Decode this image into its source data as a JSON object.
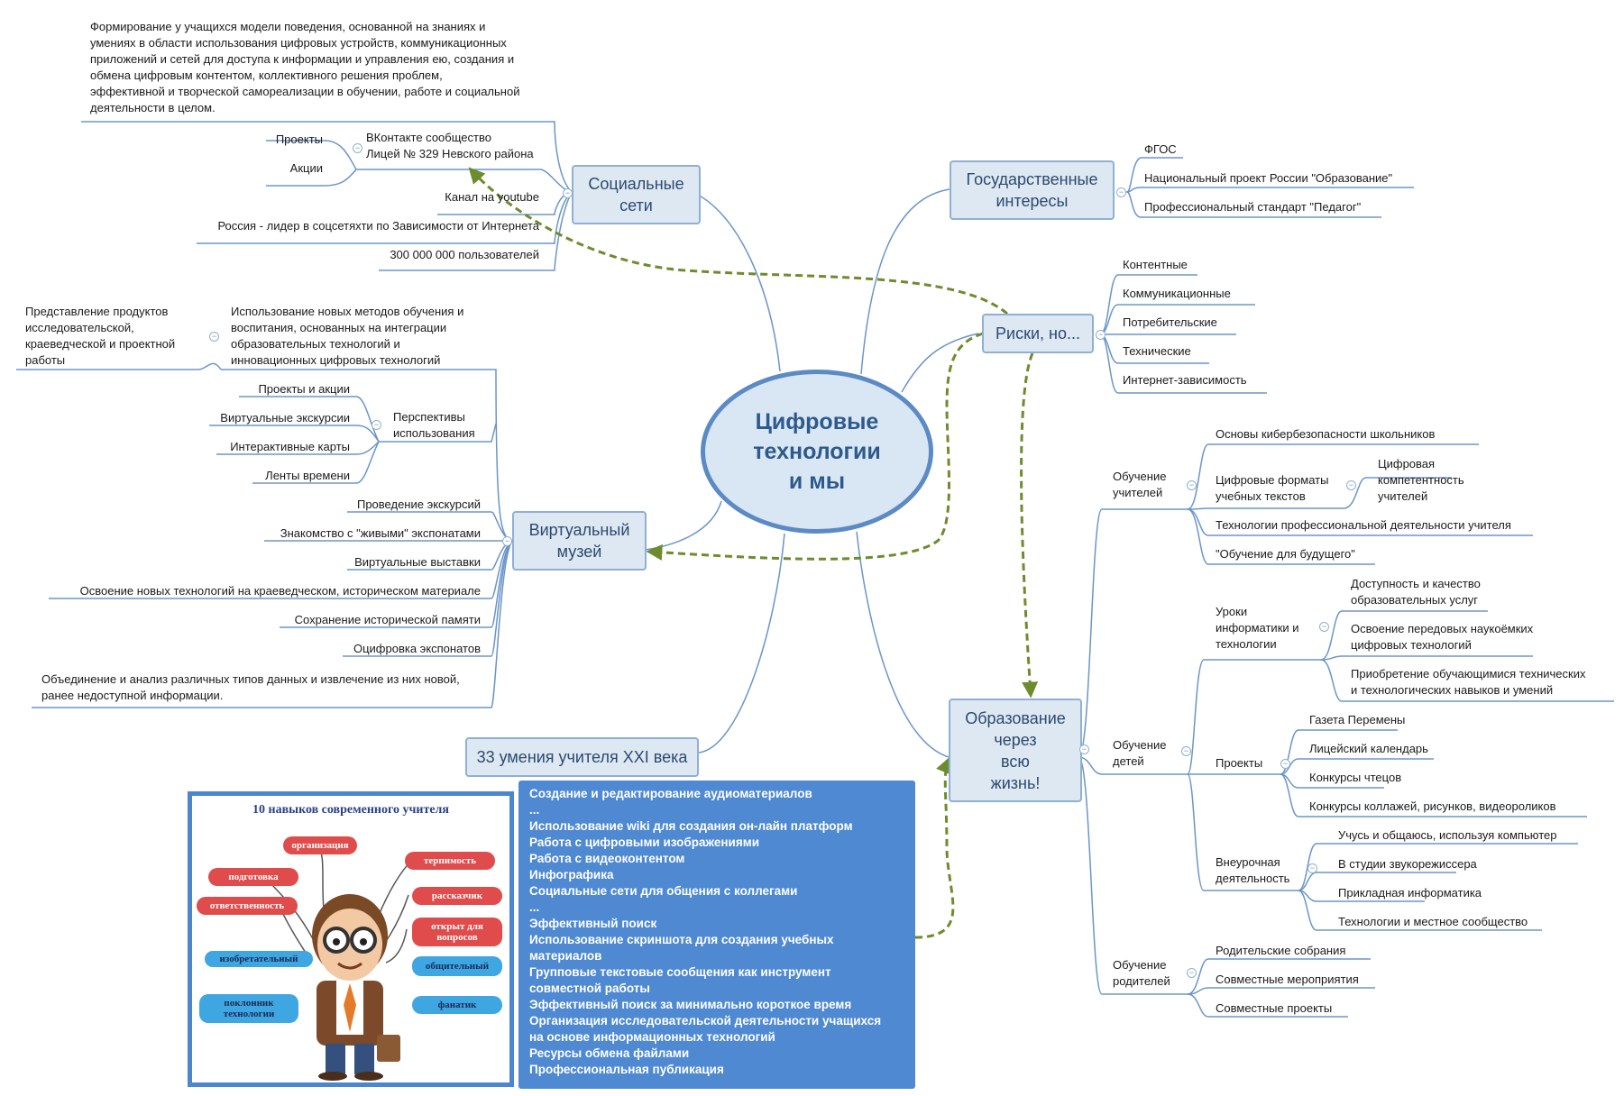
{
  "center": {
    "label": "Цифровые\nтехнологии\nи мы"
  },
  "topics": {
    "social": "Социальные\nсети",
    "gov": "Государственные\nинтересы",
    "risks": "Риски, но...",
    "museum": "Виртуальный\nмузей",
    "edu": "Образование\nчерез\nвсю\nжизнь!",
    "skills33": "33 умения учителя XXI века"
  },
  "social": {
    "definition": "Формирование у учащихся модели поведения, основанной на знаниях и\nумениях в области использования цифровых устройств, коммуникационных\nприложений и сетей для доступа к информации и управления ею, создания и\nобмена цифровым контентом, коллективного решения проблем,\nэффективной и творческой самореализации в обучении, работе и социальной\nдеятельности в целом.",
    "vk": "ВКонтакте сообщество\nЛицей № 329 Невского района",
    "projects": "Проекты",
    "actions": "Акции",
    "youtube": "Канал на youtube",
    "russia": "Россия - лидер в соцсетяхти по Зависимости от Интернета",
    "users": "300 000 000 пользователей"
  },
  "gov": {
    "items": [
      "ФГОС",
      "Национальный проект России \"Образование\"",
      "Профессиональный стандарт \"Педагог\""
    ]
  },
  "risks": {
    "items": [
      "Контентные",
      "Коммуникационные",
      "Потребительские",
      "Технические",
      "Интернет-зависимость"
    ]
  },
  "museum": {
    "innov": "Использование новых методов обучения и\nвоспитания, основанных на интеграции\nобразовательных технологий и\nинновационных цифровых технологий",
    "present": "Представление продуктов\nисследовательской,\nкраеведческой и проектной\nработы",
    "persp": "Перспективы\nиспользования",
    "persp_items": [
      "Проекты и акции",
      "Виртуальные экскурсии",
      "Интерактивные карты",
      "Ленты времени"
    ],
    "items": [
      "Проведение экскурсий",
      "Знакомство с \"живыми\" экспонатами",
      "Виртуальные выставки",
      "Освоение новых технологий на краеведческом, историческом материале",
      "Сохранение исторической памяти",
      "Оцифровка экспонатов"
    ],
    "combine": "Объединение и анализ различных типов данных и извлечение из них новой,\nранее недоступной информации."
  },
  "edu": {
    "teachers": "Обучение\nучителей",
    "t_items": [
      "Основы кибербезопасности школьников",
      "Цифровые форматы\nучебных текстов",
      "Технологии профессиональной деятельности учителя",
      "\"Обучение для будущего\""
    ],
    "t_digital": "Цифровая\nкомпетентность\nучителей",
    "children": "Обучение\nдетей",
    "lessons": "Уроки\nинформатики и\nтехнологии",
    "lessons_items": [
      "Доступность и качество\nобразовательных услуг",
      "Освоение передовых наукоёмких\nцифровых технологий",
      "Приобретение обучающимися технических\nи технологических навыков и умений"
    ],
    "projects": "Проекты",
    "projects_items": [
      "Газета Перемены",
      "Лицейский календарь",
      "Конкурсы чтецов",
      "Конкурсы коллажей, рисунков, видеороликов"
    ],
    "extra": "Внеурочная\nдеятельность",
    "extra_items": [
      "Учусь и общаюсь, используя компьютер",
      "В студии звукорежиссера",
      "Прикладная информатика",
      "Технологии и местное сообщество"
    ],
    "parents": "Обучение\nродителей",
    "parents_items": [
      "Родительские собрания",
      "Совместные мероприятия",
      "Совместные проекты"
    ]
  },
  "skills_image": {
    "title": "10 навыков современного учителя",
    "tags": [
      "организация",
      "подготовка",
      "терпимость",
      "рассказчик",
      "ответственность",
      "открыт для\nвопросов",
      "изобретательный",
      "общительный",
      "поклонник\nтехнологии",
      "фанатик"
    ]
  },
  "skills_list": [
    "Создание и редактирование аудиоматериалов",
    "...",
    "Использование wiki для создания он-лайн платформ",
    "Работа с цифровыми изображениями",
    "Работа с видеоконтентом",
    "Инфографика",
    "Социальные сети для общения с коллегами",
    "...",
    "Эффективный поиск",
    "Использование скриншота для создания учебных\nматериалов",
    "Групповые текстовые сообщения как инструмент\nсовместной работы",
    "Эффективный поиск за минимально короткое время",
    "Организация исследовательской деятельности учащихся\nна основе информационных технологий",
    "Ресурсы обмена файлами",
    "Профессиональная публикация"
  ],
  "colors": {
    "accent": "#4e89d2",
    "node_fill": "#dde8f3",
    "node_border": "#8fb0d3",
    "branch": "#6b95c9",
    "arrow": "#6e8b2e"
  }
}
